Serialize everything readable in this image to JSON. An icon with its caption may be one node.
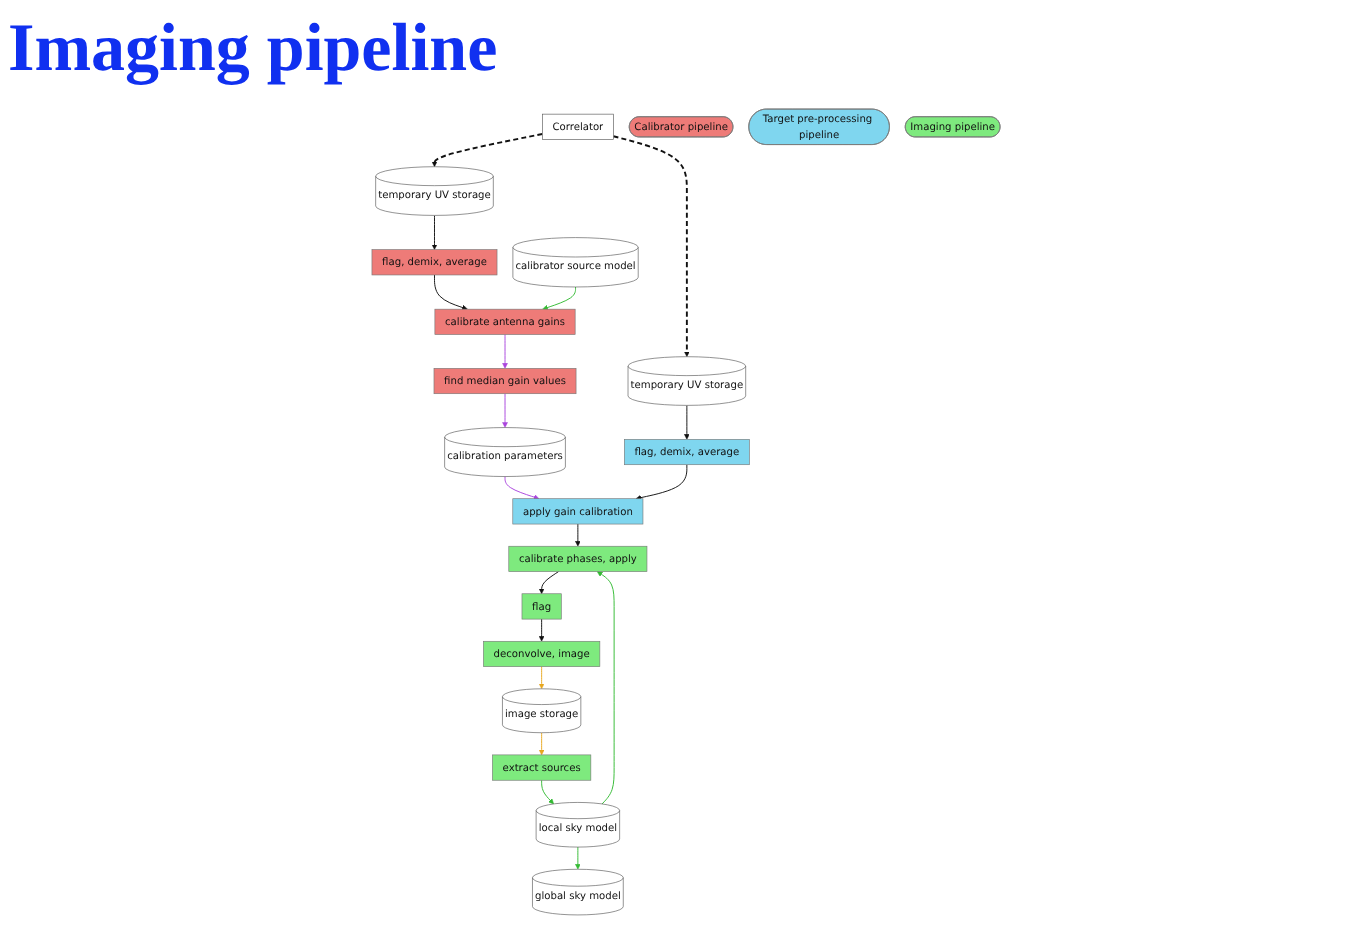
{
  "diagram": {
    "title": "Imaging pipeline",
    "nodes": [
      {
        "text": [
          "Correlator"
        ]
      },
      {
        "text": [
          "temporary UV storage"
        ]
      },
      {
        "text": [
          "flag, demix, average"
        ]
      },
      {
        "text": [
          "calibrator source model"
        ]
      },
      {
        "text": [
          "calibrate antenna gains"
        ]
      },
      {
        "text": [
          "Calibrator pipeline"
        ]
      },
      {
        "text": [
          "find median gain values"
        ]
      },
      {
        "text": [
          "calibration parameters"
        ]
      },
      {
        "text": [
          "temporary UV storage"
        ]
      },
      {
        "text": [
          "flag, demix, average"
        ]
      },
      {
        "text": [
          "apply gain calibration"
        ]
      },
      {
        "text": [
          "Target pre-processing pipeline"
        ]
      },
      {
        "text": [
          "deconvolve, image"
        ]
      },
      {
        "text": [
          "flag"
        ]
      },
      {
        "text": [
          "calibrate phases, apply"
        ]
      },
      {
        "text": [
          "Imaging pipeline"
        ]
      },
      {
        "text": [
          "image storage"
        ]
      },
      {
        "text": [
          "extract sources"
        ]
      },
      {
        "text": [
          "local sky model"
        ]
      },
      {
        "text": [
          "global sky model"
        ]
      }
    ],
    "edges": [
      {
        "from": 0,
        "to": 1,
        "arrow": "to",
        "style": "dashed"
      },
      {
        "from": 0,
        "to": 8,
        "arrow": "to",
        "style": "dashed"
      },
      {
        "from": 1,
        "to": 2,
        "arrow": "to"
      },
      {
        "from": 2,
        "to": 4,
        "arrow": "to"
      },
      {
        "from": 3,
        "to": 4,
        "arrow": "to",
        "color": "#33bb33"
      },
      {
        "from": 4,
        "to": 6,
        "arrow": "to",
        "color": "#aa44dd"
      },
      {
        "from": 6,
        "to": 7,
        "arrow": "to",
        "color": "#aa44dd"
      },
      {
        "from": 7,
        "to": 10,
        "arrow": "to",
        "color": "#aa44dd"
      },
      {
        "from": 8,
        "to": 9,
        "arrow": "to"
      },
      {
        "from": 9,
        "to": 10,
        "arrow": "to"
      },
      {
        "from": 10,
        "to": 14,
        "arrow": "to"
      },
      {
        "from": 14,
        "to": 13,
        "arrow": "to"
      },
      {
        "from": 13,
        "to": 12,
        "arrow": "to"
      },
      {
        "from": 12,
        "to": 16,
        "arrow": "to",
        "color": "#e8a820"
      },
      {
        "from": 16,
        "to": 17,
        "arrow": "to",
        "color": "#e8a820"
      },
      {
        "from": 17,
        "to": 18,
        "arrow": "to",
        "color": "#33bb33"
      },
      {
        "from": 18,
        "to": 14,
        "arrow": "to",
        "color": "#33bb33"
      },
      {
        "from": 18,
        "to": 19,
        "arrow": "to",
        "color": "#33bb33"
      }
    ]
  }
}
